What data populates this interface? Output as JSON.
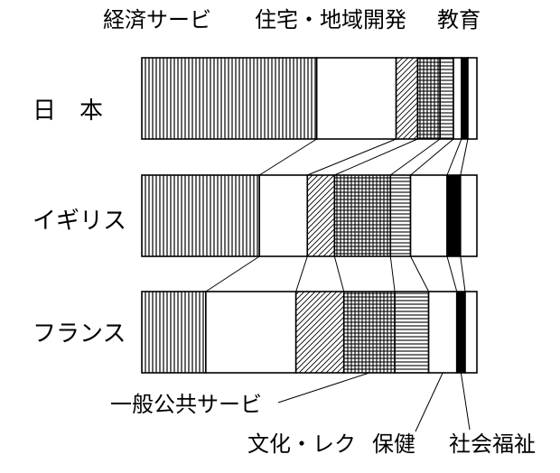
{
  "chart_data": {
    "type": "bar",
    "orientation": "horizontal",
    "stacked": "100%",
    "categories": [
      "日　本",
      "イギリス",
      "フランス"
    ],
    "segments": [
      "経済サービ",
      "住宅・地域開発",
      "教育",
      "",
      "",
      "",
      ""
    ],
    "series": [
      {
        "name": "経済サービ",
        "pattern": "vertical-lines",
        "values": [
          52.2,
          35.1,
          19.1
        ]
      },
      {
        "name": "住宅・地域開発",
        "pattern": "blank",
        "values": [
          23.7,
          14.3,
          26.9
        ]
      },
      {
        "name": "教育",
        "pattern": "diagonal-lines",
        "values": [
          6.4,
          8.1,
          14.3
        ]
      },
      {
        "name": "",
        "pattern": "grid",
        "values": [
          6.7,
          16.7,
          15.2
        ]
      },
      {
        "name": "",
        "pattern": "horizontal-lines",
        "values": [
          4.0,
          6.0,
          10.1
        ]
      },
      {
        "name": "",
        "pattern": "blank",
        "values": [
          2.4,
          10.9,
          8.4
        ]
      },
      {
        "name": "",
        "pattern": "solid-black",
        "values": [
          1.9,
          4.0,
          2.5
        ]
      },
      {
        "name": "",
        "pattern": "blank",
        "values": [
          2.7,
          4.9,
          3.5
        ]
      }
    ],
    "callouts_bottom": [
      "一般公共サービ",
      "文化・レク",
      "保健",
      "社会福祉"
    ],
    "legend": "callout-lines",
    "grid": false
  }
}
